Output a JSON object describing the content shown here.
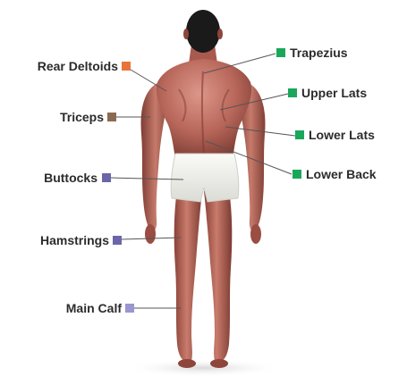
{
  "diagram": {
    "labels_left": [
      {
        "id": "rear-deltoids",
        "text": "Rear Deltoids",
        "color": "#e8743b"
      },
      {
        "id": "triceps",
        "text": "Triceps",
        "color": "#8b6a52"
      },
      {
        "id": "buttocks",
        "text": "Buttocks",
        "color": "#6b66a8"
      },
      {
        "id": "hamstrings",
        "text": "Hamstrings",
        "color": "#6b66a8"
      },
      {
        "id": "main-calf",
        "text": "Main Calf",
        "color": "#9a96cf"
      }
    ],
    "labels_right": [
      {
        "id": "trapezius",
        "text": "Trapezius",
        "color": "#1aa75a"
      },
      {
        "id": "upper-lats",
        "text": "Upper Lats",
        "color": "#1aa75a"
      },
      {
        "id": "lower-lats",
        "text": "Lower Lats",
        "color": "#1aa75a"
      },
      {
        "id": "lower-back",
        "text": "Lower Back",
        "color": "#1aa75a"
      }
    ],
    "colors": {
      "skin_light": "#d78a78",
      "skin_mid": "#b8675a",
      "skin_dark": "#7a3a32",
      "hair": "#141414",
      "shorts": "#f4f4f0",
      "leader_line": "#555555"
    }
  }
}
